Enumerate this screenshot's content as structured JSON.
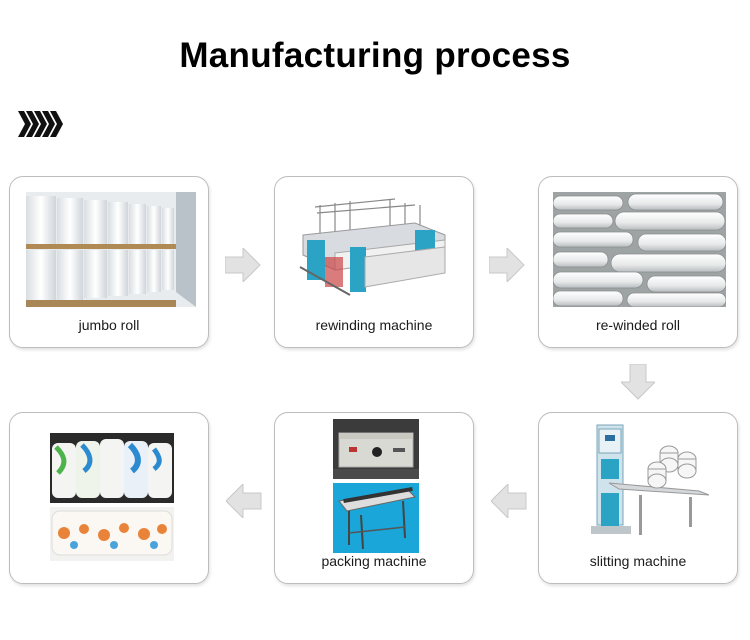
{
  "header": {
    "title": "Manufacturing process"
  },
  "steps": [
    {
      "label": "jumbo roll"
    },
    {
      "label": "rewinding machine"
    },
    {
      "label": "re-winded roll"
    },
    {
      "label": "slitting machine"
    },
    {
      "label": "packing machine"
    },
    {
      "label": ""
    }
  ],
  "colors": {
    "arrow_fill": "#e2e2e2",
    "arrow_stroke": "#c8c8c8",
    "card_border": "#bdbdbd",
    "machine_blue": "#2aa3c4"
  }
}
